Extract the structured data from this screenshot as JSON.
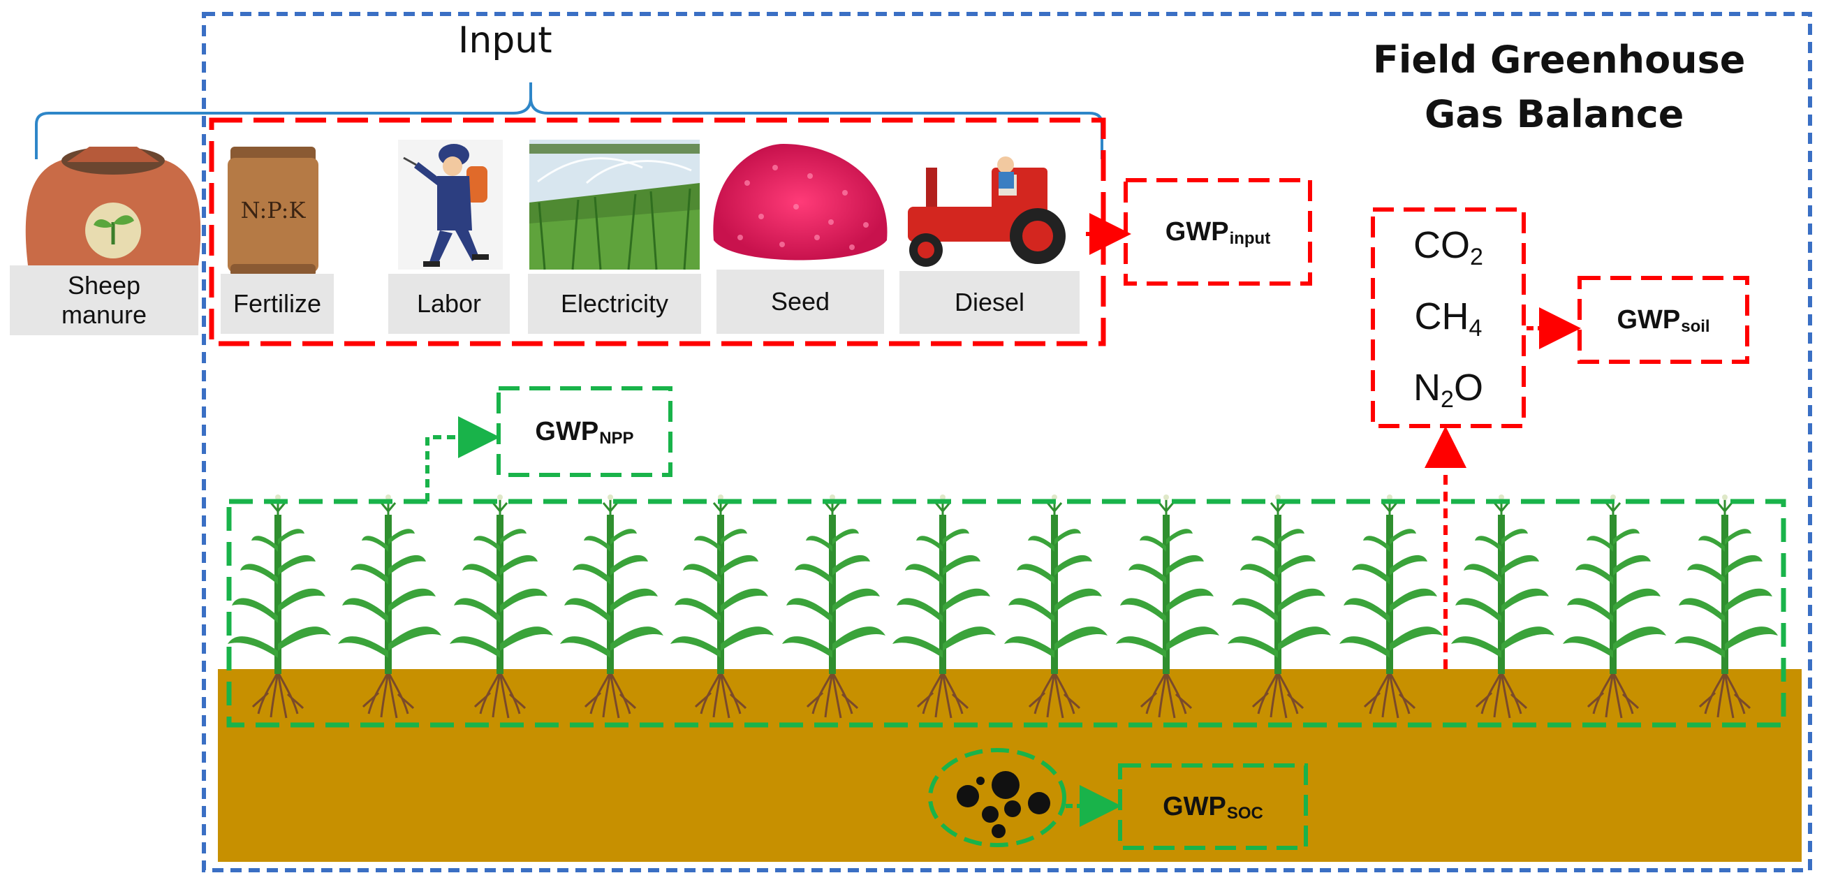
{
  "title": {
    "line1": "Field Greenhouse",
    "line2": "Gas Balance"
  },
  "input_label": "Input",
  "inputs": {
    "sheep_manure": {
      "line1": "Sheep",
      "line2": "manure"
    },
    "fertilize": "Fertilize",
    "fertilizer_bag_text": "N:P:K",
    "labor": "Labor",
    "electricity": "Electricity",
    "seed": "Seed",
    "diesel": "Diesel"
  },
  "gwp": {
    "base": "GWP",
    "input_sub": "input",
    "soil_sub": "soil",
    "npp_sub": "NPP",
    "soc_sub": "SOC"
  },
  "gases": [
    {
      "base": "CO",
      "sub": "2",
      "suffix": ""
    },
    {
      "base": "CH",
      "sub": "4",
      "suffix": ""
    },
    {
      "base": "N",
      "sub": "2",
      "suffix": "O"
    }
  ],
  "colors": {
    "outer_border": "#3a6fc4",
    "red": "#ff0000",
    "green": "#19b34a",
    "soil": "#c79000",
    "input_brace": "#2e86c8"
  }
}
